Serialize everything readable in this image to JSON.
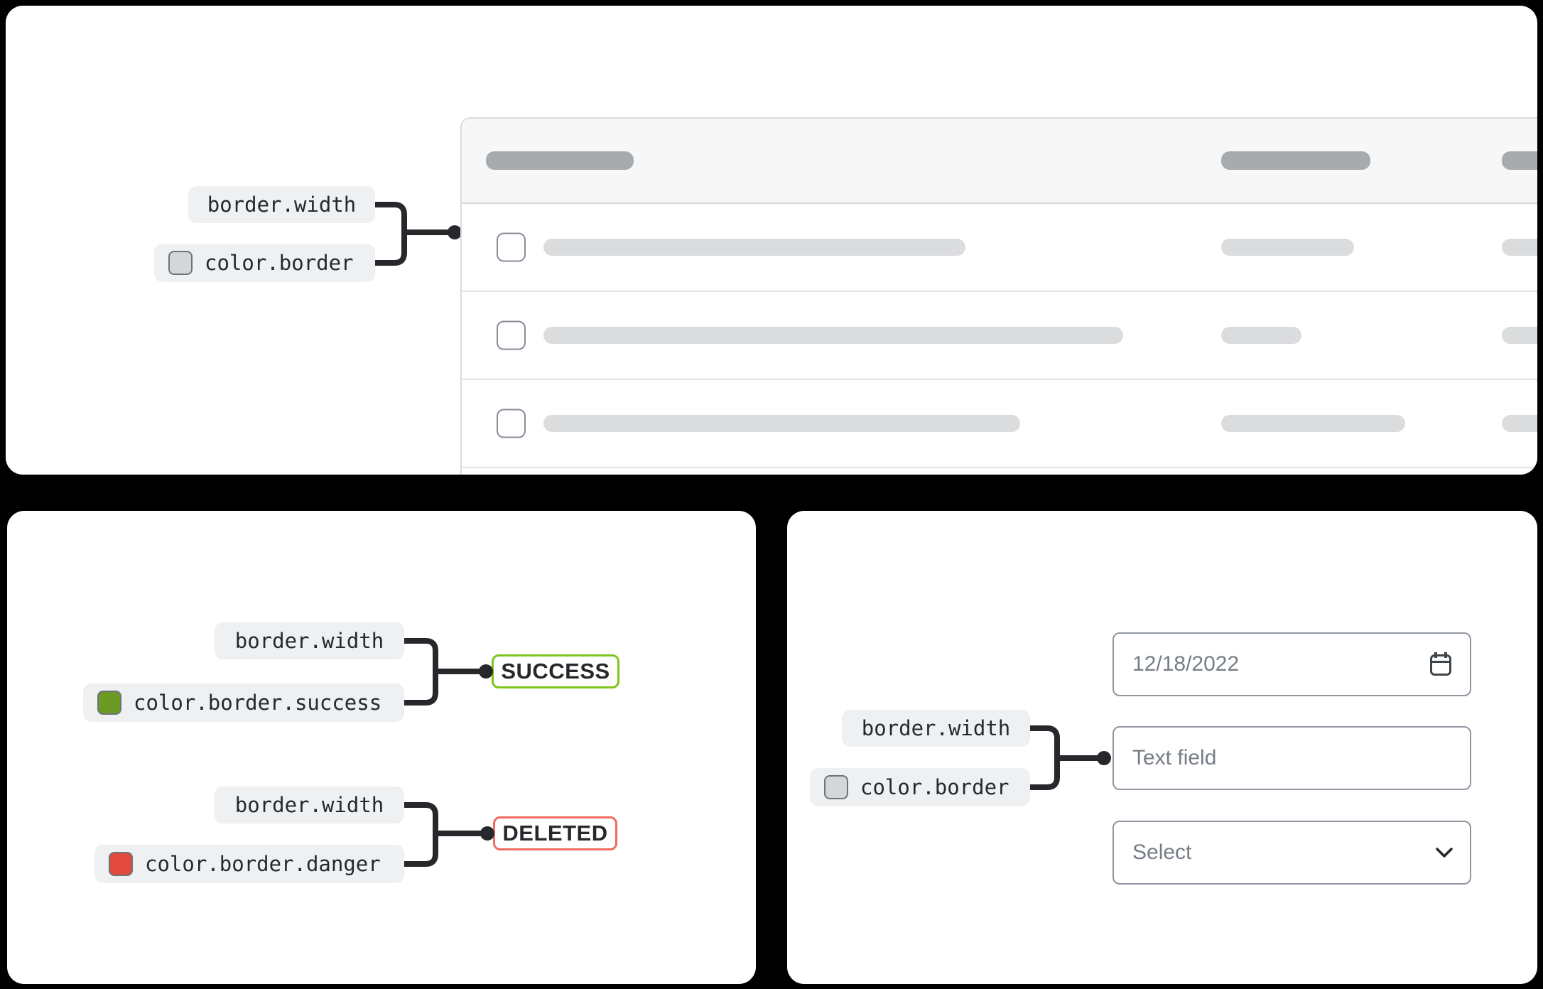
{
  "page": {
    "background": "#000000"
  },
  "colors": {
    "connector": "#26282c",
    "label_bg": "#eef0f1",
    "token_gray": "#d4d6d9",
    "token_success": "#6a9c24",
    "token_danger": "#e24a3e",
    "badge_success_border": "#7fc41c",
    "badge_danger_border": "#f26b5e",
    "field_border": "#9097a1",
    "table_border": "#d9dbdf",
    "skeleton_dark": "#a8abae",
    "skeleton_light": "#dbdcde"
  },
  "top_panel": {
    "labels": {
      "width_token": "border.width",
      "color_token": "color.border",
      "swatch_color": "#d4d6d9"
    },
    "table": {
      "header_pills": [
        208,
        210,
        160
      ],
      "rows": [
        {
          "pills": [
            594,
            187,
            160
          ]
        },
        {
          "pills": [
            816,
            113,
            160
          ]
        },
        {
          "pills": [
            671,
            259,
            160
          ]
        },
        {
          "pills": [
            594,
            187,
            160
          ]
        }
      ]
    }
  },
  "bottom_left_panel": {
    "groups": [
      {
        "width_token": "border.width",
        "color_token": "color.border.success",
        "swatch_color": "#6a9c24",
        "badge_text": "SUCCESS",
        "badge_border": "#7fc41c"
      },
      {
        "width_token": "border.width",
        "color_token": "color.border.danger",
        "swatch_color": "#e24a3e",
        "badge_text": "DELETED",
        "badge_border": "#f26b5e"
      }
    ]
  },
  "bottom_right_panel": {
    "labels": {
      "width_token": "border.width",
      "color_token": "color.border",
      "swatch_color": "#d4d6d9"
    },
    "date_field": {
      "value": "12/18/2022"
    },
    "text_field": {
      "placeholder": "Text field"
    },
    "select_field": {
      "value": "Select"
    }
  }
}
